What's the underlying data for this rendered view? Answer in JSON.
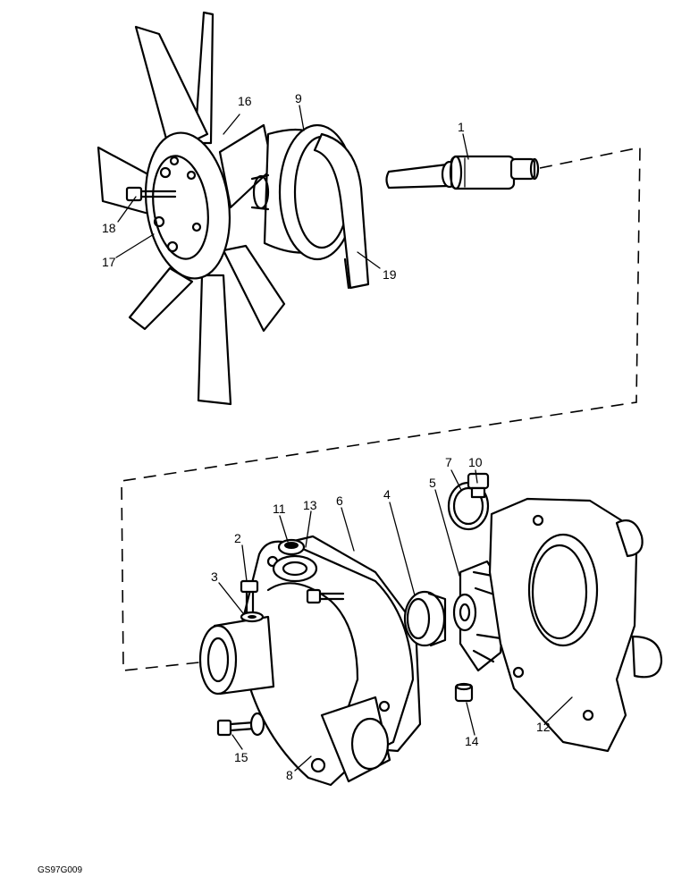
{
  "part_labels": [
    {
      "id": "1",
      "text": "1"
    },
    {
      "id": "2",
      "text": "2"
    },
    {
      "id": "3",
      "text": "3"
    },
    {
      "id": "4",
      "text": "4"
    },
    {
      "id": "5",
      "text": "5"
    },
    {
      "id": "6",
      "text": "6"
    },
    {
      "id": "7",
      "text": "7"
    },
    {
      "id": "8",
      "text": "8"
    },
    {
      "id": "9",
      "text": "9"
    },
    {
      "id": "10",
      "text": "10"
    },
    {
      "id": "11",
      "text": "11"
    },
    {
      "id": "12",
      "text": "12"
    },
    {
      "id": "13",
      "text": "13"
    },
    {
      "id": "14",
      "text": "14"
    },
    {
      "id": "15",
      "text": "15"
    },
    {
      "id": "16",
      "text": "16"
    },
    {
      "id": "17",
      "text": "17"
    },
    {
      "id": "18",
      "text": "18"
    },
    {
      "id": "19",
      "text": "19"
    }
  ],
  "drawing_code": "GS97G009",
  "colors": {
    "ink": "#000000",
    "paper": "#ffffff"
  }
}
